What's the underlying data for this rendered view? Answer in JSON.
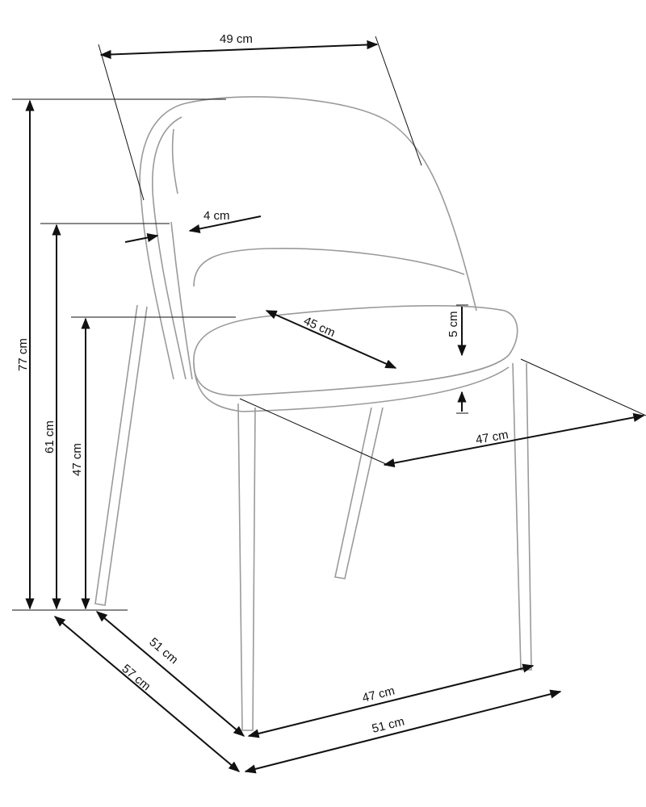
{
  "diagram": {
    "subject": "chair",
    "dimensions": {
      "back_width": "49 cm",
      "back_thickness": "4 cm",
      "seat_depth_diag": "45 cm",
      "seat_thickness": "5 cm",
      "seat_width": "47 cm",
      "total_height": "77 cm",
      "armrest_height": "61 cm",
      "seat_height": "47 cm",
      "base_depth": "51 cm",
      "overall_depth": "57 cm",
      "legs_width": "47 cm",
      "overall_width": "51 cm"
    },
    "colors": {
      "dimension_lines": "#111111",
      "chair_outline": "#9a9a9a"
    }
  }
}
